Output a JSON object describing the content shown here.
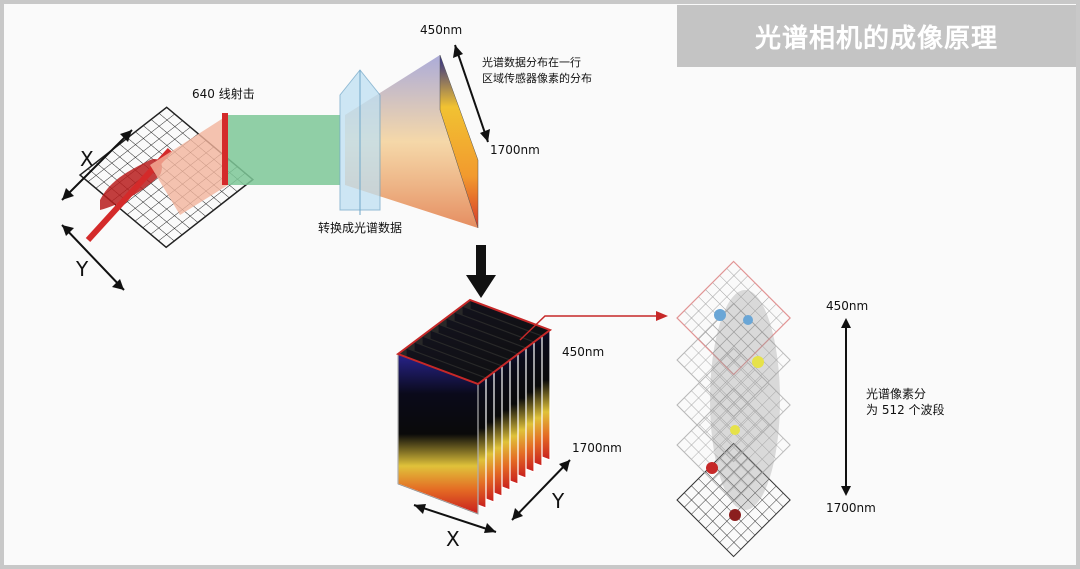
{
  "title": "光谱相机的成像原理",
  "labels": {
    "scan_line": "640 线射击",
    "prism": "转换成光谱数据",
    "wl_top": "450nm",
    "wl_bottom": "1700nm",
    "distribution_line1": "光谱数据分布在一行",
    "distribution_line2": "区域传感器像素的分布",
    "axis_x": "X",
    "axis_y": "Y",
    "cube_450": "450nm",
    "cube_1700": "1700nm",
    "cube_x": "X",
    "cube_y": "Y",
    "stack_450": "450nm",
    "stack_1700": "1700nm",
    "bands_line1": "光谱像素分",
    "bands_line2": "为 512 个波段"
  },
  "colors": {
    "title_bg": "#c4c4c4",
    "scan_red": "#d42a2a",
    "beam_green": "#7cc796",
    "highlight_red": "#c62828"
  }
}
